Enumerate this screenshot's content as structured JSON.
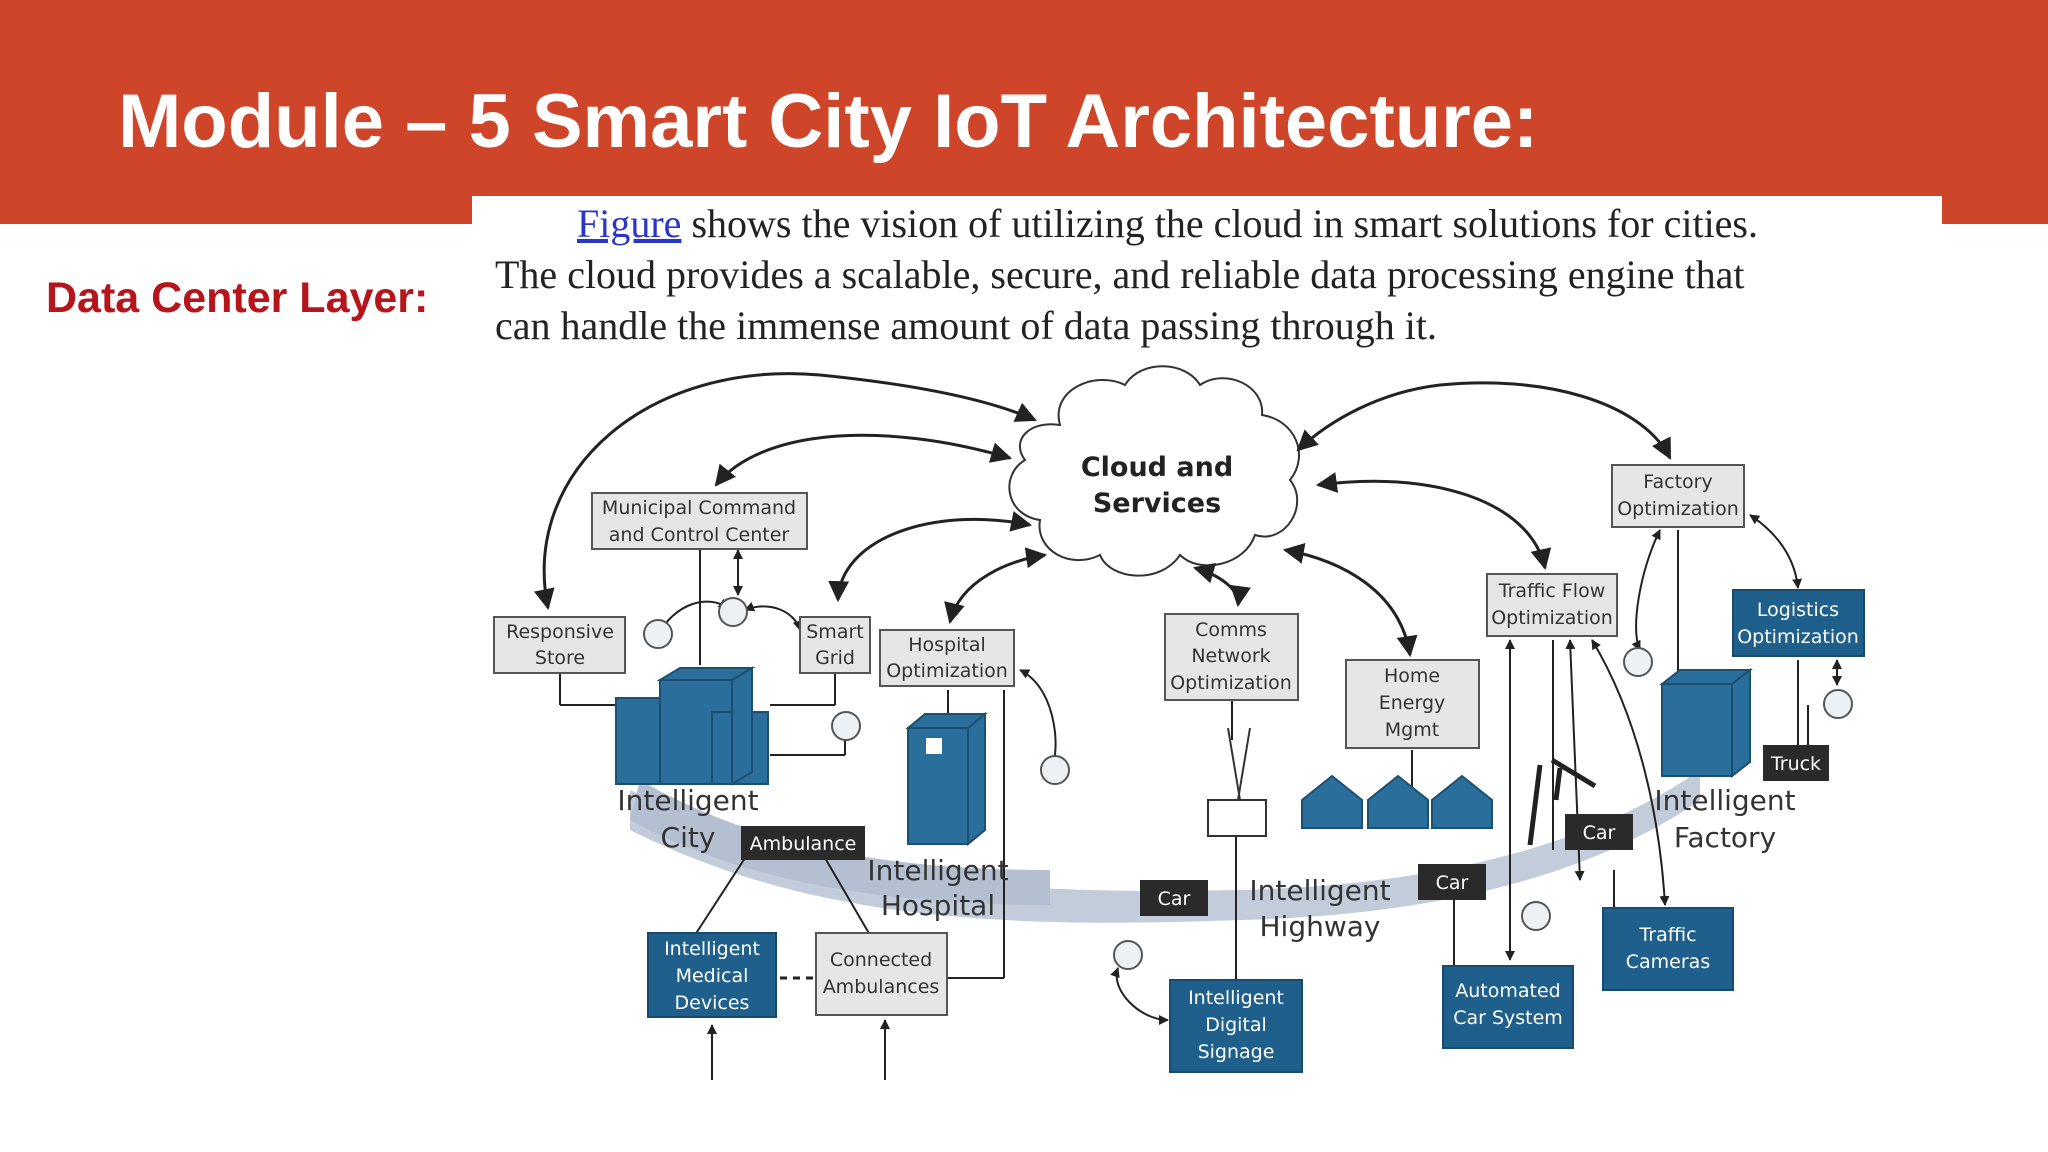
{
  "header": {
    "title": "Module – 5 Smart City IoT Architecture:",
    "background_color": "#cf4529"
  },
  "side_label": "Data Center Layer:",
  "paragraph": {
    "link_text": "Figure",
    "line1_rest": " shows the vision of utilizing the cloud in smart solutions for cities.",
    "line2": "The cloud provides a scalable, secure, and reliable data processing engine that",
    "line3": "can handle the immense amount of data passing through it."
  },
  "diagram": {
    "cloud": [
      "Cloud and",
      "Services"
    ],
    "boxes": {
      "municipal": [
        "Municipal Command",
        "and Control Center"
      ],
      "responsive_store": [
        "Responsive",
        "Store"
      ],
      "smart_grid": [
        "Smart",
        "Grid"
      ],
      "hospital_opt": [
        "Hospital",
        "Optimization"
      ],
      "comms": [
        "Comms",
        "Network",
        "Optimization"
      ],
      "home_energy": [
        "Home",
        "Energy",
        "Mgmt"
      ],
      "traffic_flow": [
        "Traffic Flow",
        "Optimization"
      ],
      "factory_opt": [
        "Factory",
        "Optimization"
      ],
      "logistics": [
        "Logistics",
        "Optimization"
      ],
      "medical": [
        "Intelligent",
        "Medical",
        "Devices"
      ],
      "connected_amb": [
        "Connected",
        "Ambulances"
      ],
      "signage": [
        "Intelligent",
        "Digital",
        "Signage"
      ],
      "auto_car": [
        "Automated",
        "Car System"
      ],
      "traffic_cam": [
        "Traffic",
        "Cameras"
      ]
    },
    "tags": {
      "ambulance": "Ambulance",
      "car1": "Car",
      "car2": "Car",
      "car3": "Car",
      "truck": "Truck"
    },
    "zones": {
      "city": [
        "Intelligent",
        "City"
      ],
      "hospital": [
        "Intelligent",
        "Hospital"
      ],
      "highway": [
        "Intelligent",
        "Highway"
      ],
      "factory": [
        "Intelligent",
        "Factory"
      ]
    },
    "colors": {
      "blue_box": "#1f5f8b",
      "gray_box": "#e6e6e6",
      "band": "#bcc6d6",
      "dark_tag": "#2a2a2a"
    }
  }
}
